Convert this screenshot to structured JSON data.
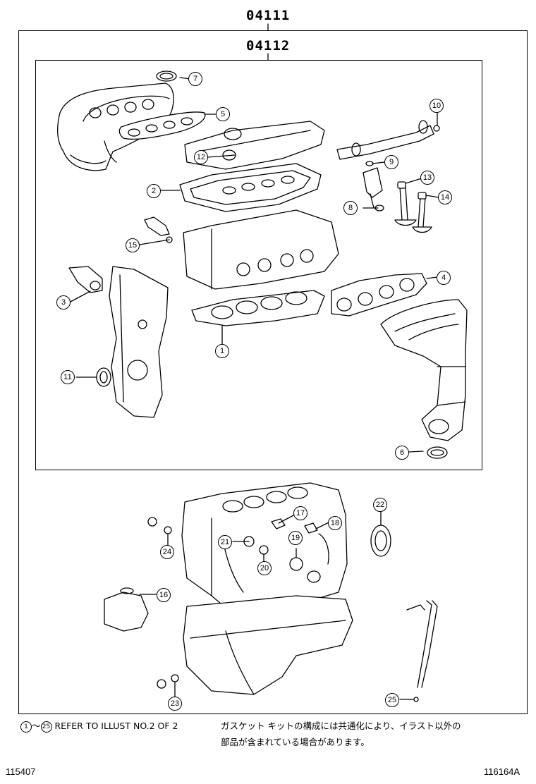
{
  "header": {
    "outer_code": "04111",
    "inner_code": "04112"
  },
  "callouts": [
    "1",
    "2",
    "3",
    "4",
    "5",
    "6",
    "7",
    "8",
    "9",
    "10",
    "11",
    "12",
    "13",
    "14",
    "15",
    "16",
    "17",
    "18",
    "19",
    "20",
    "21",
    "22",
    "23",
    "24",
    "25"
  ],
  "footer": {
    "note_start": "1",
    "note_tilde": "～",
    "note_end": "25",
    "note_en": "REFER TO ILLUST NO.2 OF 2",
    "note_jp_line1": "ガスケット キットの構成には共通化により、イラスト以外の",
    "note_jp_line2": "部品が含まれている場合があります。",
    "code_left": "115407",
    "code_right": "116164A"
  }
}
